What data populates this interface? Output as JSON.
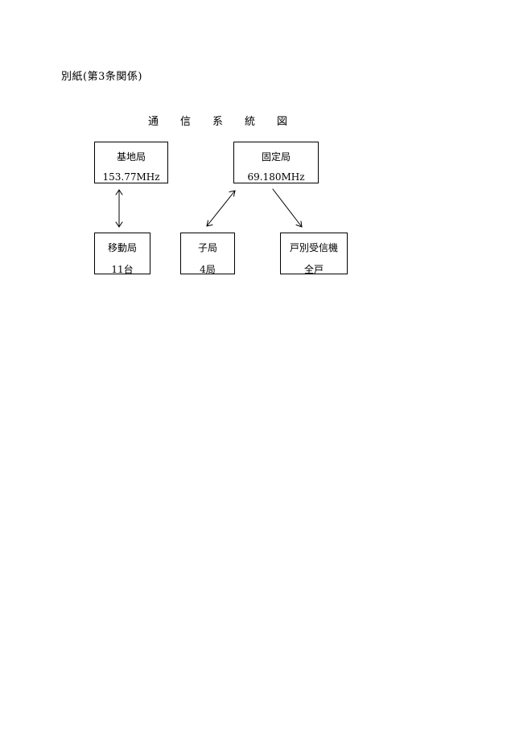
{
  "header": {
    "text": "別紙(第3条関係)"
  },
  "title": "通信系統図",
  "nodes": {
    "base_station": {
      "name": "基地局",
      "detail": "153.77MHz"
    },
    "fixed_station": {
      "name": "固定局",
      "detail": "69.180MHz"
    },
    "mobile_station": {
      "name": "移動局",
      "detail": "11台"
    },
    "child_station": {
      "name": "子局",
      "detail": "4局"
    },
    "household_receiver": {
      "name": "戸別受信機",
      "detail": "全戸"
    }
  },
  "edges": [
    {
      "from": "base_station",
      "to": "mobile_station",
      "direction": "bidirectional"
    },
    {
      "from": "fixed_station",
      "to": "child_station",
      "direction": "bidirectional"
    },
    {
      "from": "fixed_station",
      "to": "household_receiver",
      "direction": "one-way"
    }
  ]
}
